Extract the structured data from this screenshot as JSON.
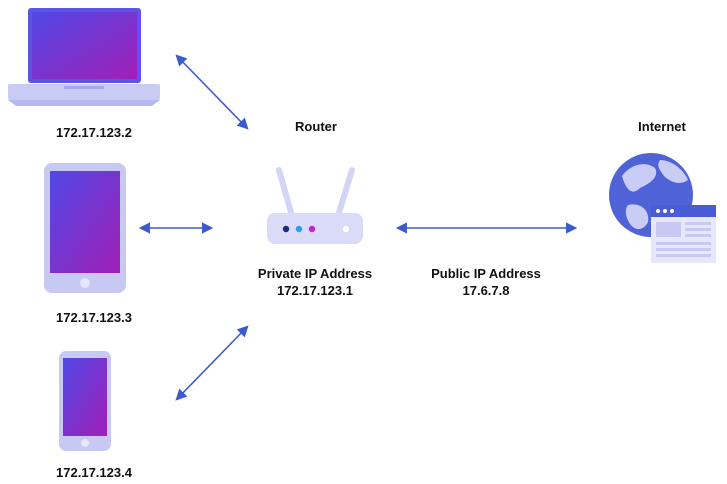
{
  "devices": [
    {
      "ip": "172.17.123.2",
      "icon": "laptop-icon"
    },
    {
      "ip": "172.17.123.3",
      "icon": "tablet-icon"
    },
    {
      "ip": "172.17.123.4",
      "icon": "phone-icon"
    }
  ],
  "router": {
    "title": "Router",
    "private_label": "Private IP Address",
    "private_ip": "172.17.123.1",
    "icon": "router-icon"
  },
  "wan": {
    "public_label": "Public IP Address",
    "public_ip": "17.6.7.8"
  },
  "internet": {
    "title": "Internet",
    "icon": "globe-browser-icon"
  },
  "colors": {
    "screen_start": "#4f46e5",
    "screen_end": "#a21caf",
    "device_body": "#c7c9f3",
    "arrow": "#3b5bcc",
    "globe": "#4f63d6",
    "router_body": "#d9dbf7"
  }
}
